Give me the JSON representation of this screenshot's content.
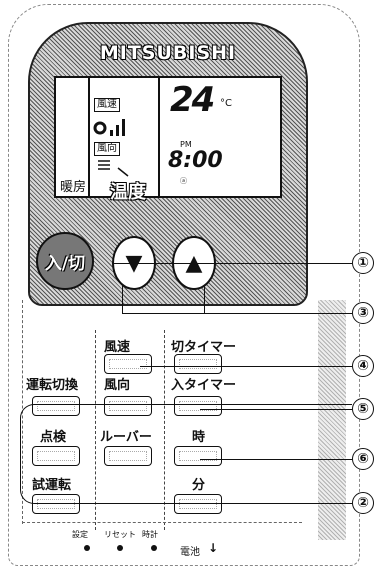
{
  "brand": "MITSUBISHI",
  "lcd": {
    "fan_speed_label": "風速",
    "vane_label": "風向",
    "mode": "暖房",
    "temperature": "24",
    "temp_unit": "°C",
    "pm": "PM",
    "clock": "8:00",
    "am_marker": "ⓐ"
  },
  "temp_label": "温度",
  "power_label": "入/切",
  "up_icon": "▲",
  "down_icon": "▼",
  "labels": {
    "fan_speed": "風速",
    "off_timer": "切タイマー",
    "mode_switch": "運転切換",
    "vane": "風向",
    "on_timer": "入タイマー",
    "check": "点検",
    "louver": "ルーバー",
    "hour": "時",
    "test_run": "試運転",
    "minute": "分"
  },
  "small": {
    "set": "設定",
    "reset": "リセット",
    "clock": "時計",
    "battery": "電池",
    "battery_arrow": "↓"
  },
  "callouts": [
    "①",
    "③",
    "④",
    "⑤",
    "⑥",
    "②"
  ]
}
